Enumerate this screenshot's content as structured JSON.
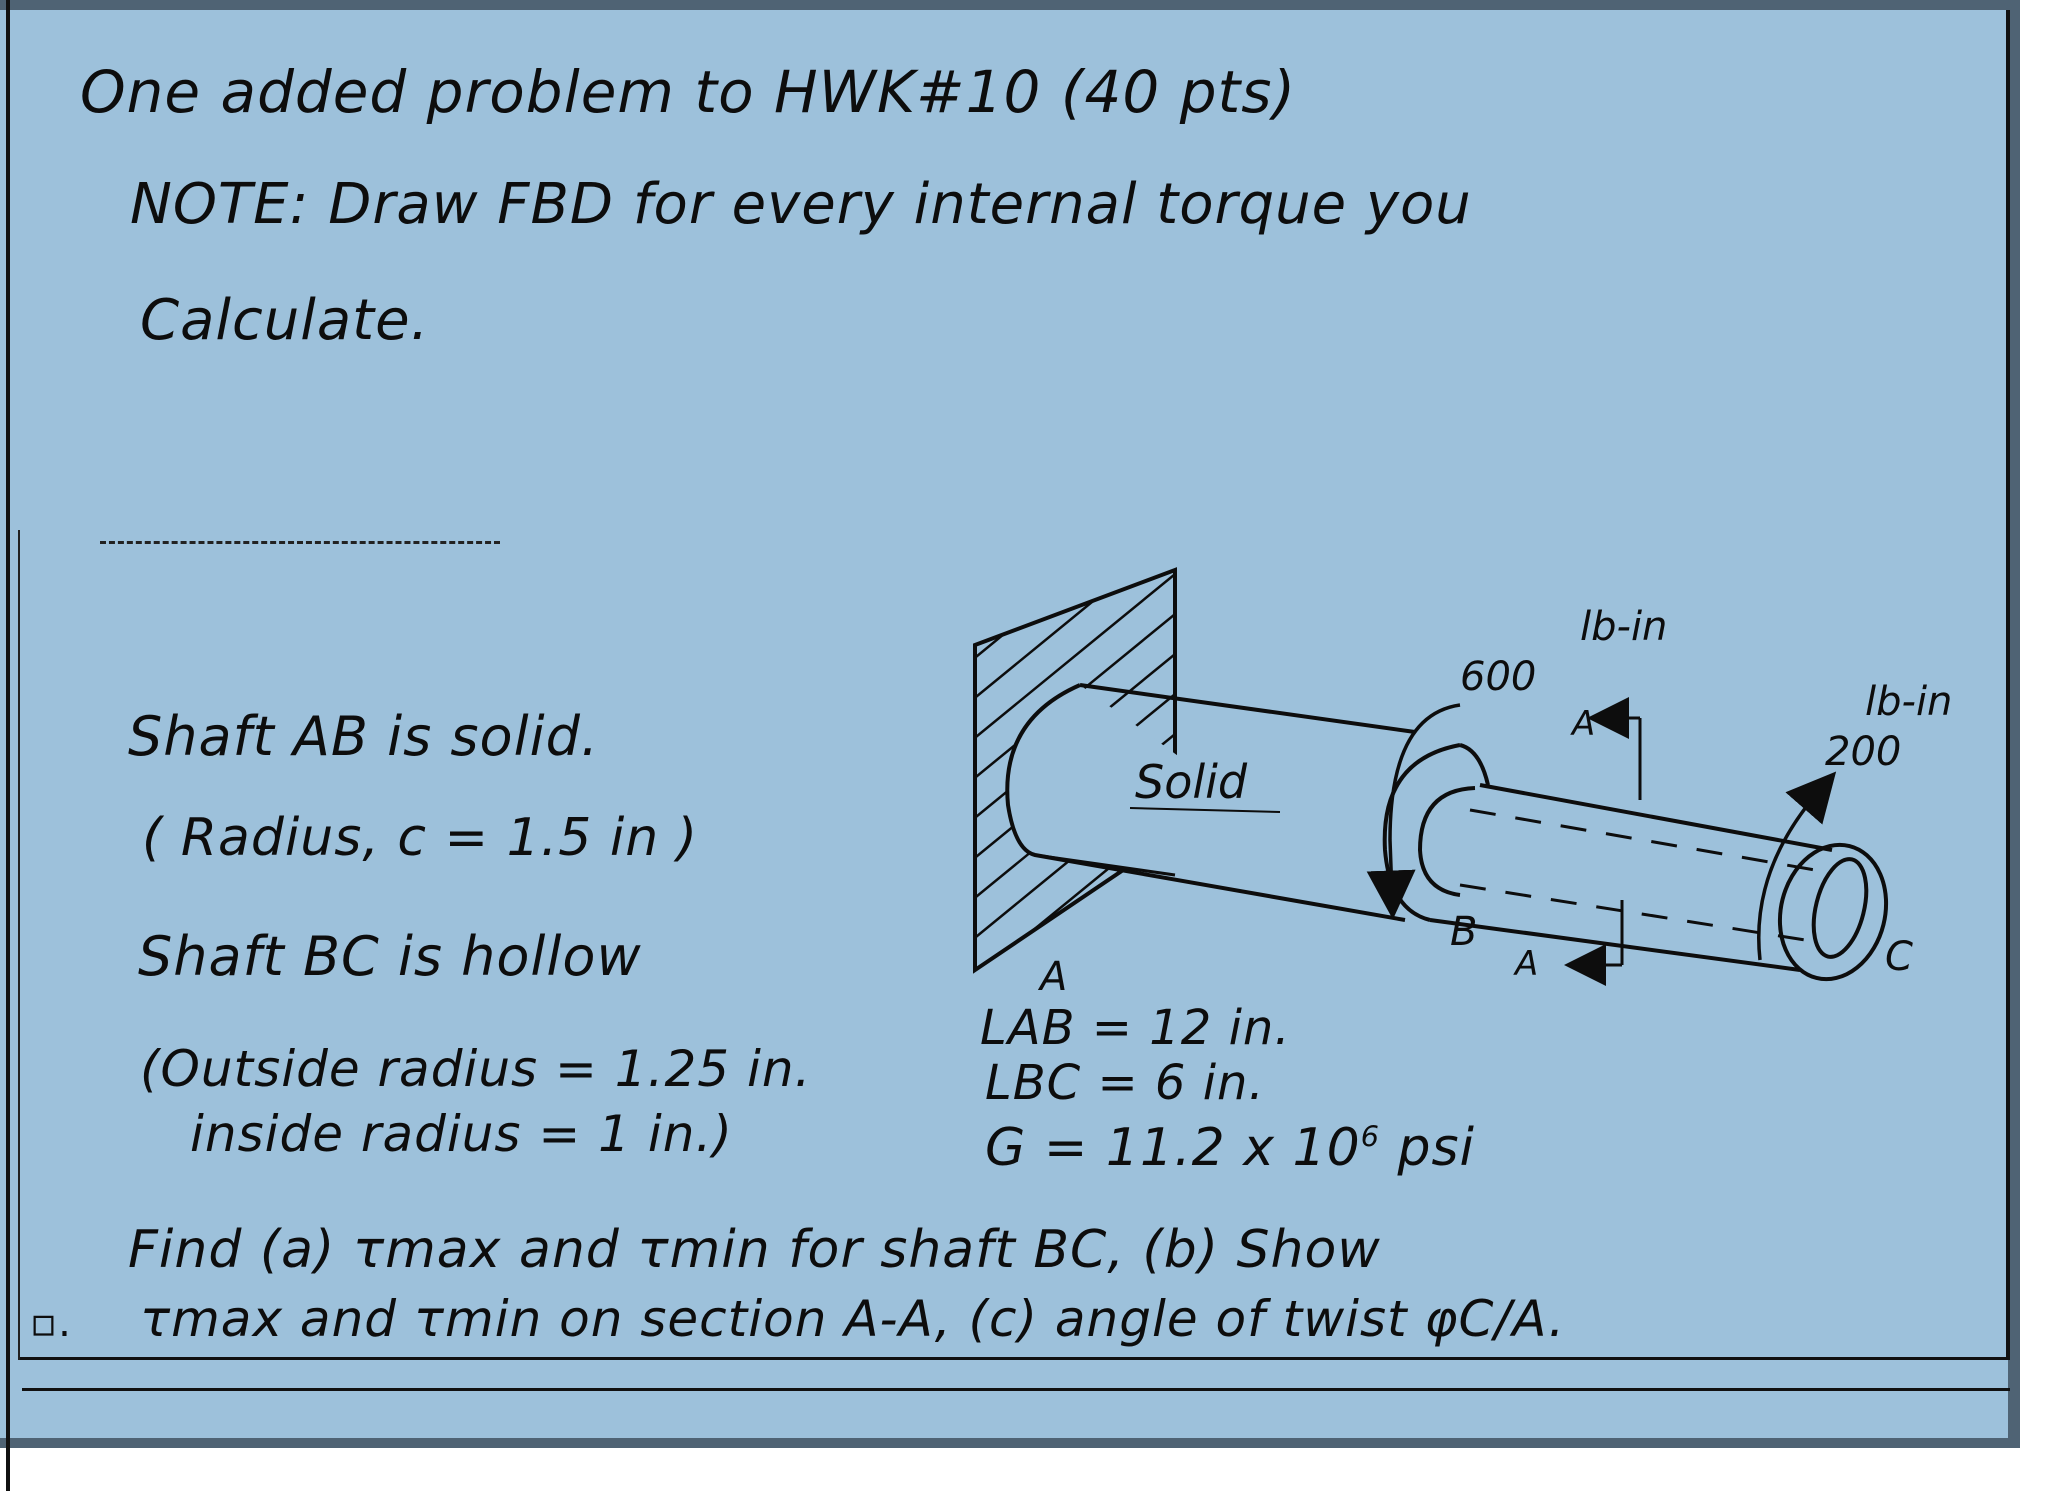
{
  "document": {
    "title": "One added problem to HWK#10 (40 pts)",
    "note_line1": "NOTE: Draw FBD for every internal torque you",
    "note_line2": "Calculate.",
    "given": {
      "shaft_ab": "Shaft AB is solid.",
      "shaft_ab_radius": "( Radius, c = 1.5 in )",
      "shaft_bc": "Shaft BC is hollow",
      "shaft_bc_outside": "(Outside radius = 1.25 in.",
      "shaft_bc_inside": "inside radius = 1 in.)",
      "l_ab": "LAB = 12 in.",
      "l_bc": "LBC = 6 in.",
      "g_prefix": "G = 11.2 x 10",
      "g_exp": "6",
      "g_unit": " psi"
    },
    "question_line1": "Find (a) τmax and τmin for shaft BC, (b) Show",
    "question_line2": "τmax and τmin on section A-A, (c) angle of twist φC/A.",
    "bullet": "▫."
  },
  "diagram": {
    "label_solid": "Solid",
    "label_a_support": "A",
    "label_b": "B",
    "label_c": "C",
    "section_label_top": "A",
    "section_label_bottom": "A",
    "torque_b_value": "600",
    "torque_b_unit": "lb-in",
    "torque_c_value": "200",
    "torque_c_unit": "lb-in"
  },
  "colors": {
    "panel_background": "#9dc1db",
    "border": "#4f6374",
    "ink": "#0d0d0d"
  }
}
